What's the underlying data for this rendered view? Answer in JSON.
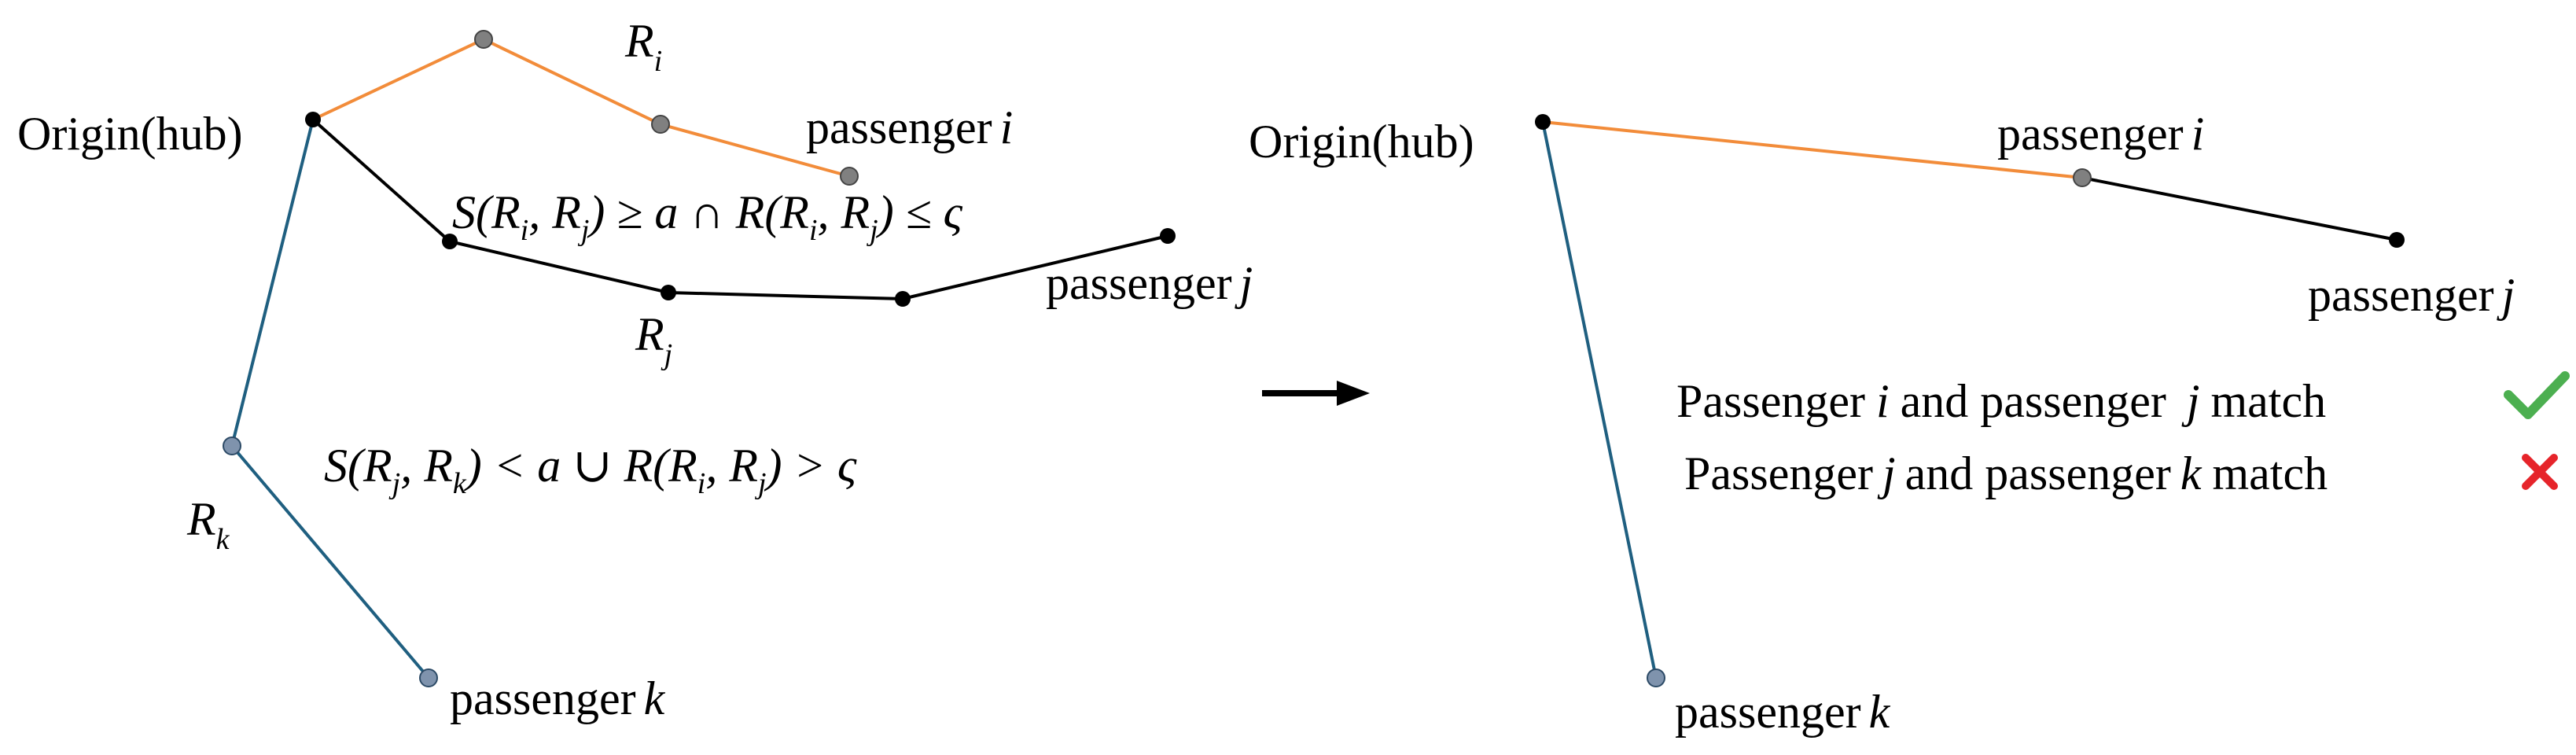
{
  "left_diagram": {
    "origin_label": "Origin(hub)",
    "route_i_label": {
      "name": "R",
      "sub": "i"
    },
    "route_j_label": {
      "name": "R",
      "sub": "j"
    },
    "route_k_label": {
      "name": "R",
      "sub": "k"
    },
    "passenger_i": {
      "word": "passenger",
      "var": "i"
    },
    "passenger_j": {
      "word": "passenger",
      "var": "j"
    },
    "passenger_k": {
      "word": "passenger",
      "var": "k"
    },
    "condition_match": "S(Ri, Rj) ≥ a ∩ R(Ri, Rj) ≤ ς",
    "condition_nomatch": "S(Rj, Rk) < a ∪ R(Ri, Rj) > ς"
  },
  "right_diagram": {
    "origin_label": "Origin(hub)",
    "passenger_i": {
      "word": "passenger",
      "var": "i"
    },
    "passenger_j": {
      "word": "passenger",
      "var": "j"
    },
    "passenger_k": {
      "word": "passenger",
      "var": "k"
    },
    "result_1": {
      "p1_word": "Passenger",
      "p1_var": "i",
      "mid": "and passenger",
      "p2_var": "j",
      "tail": "match",
      "status": "match",
      "status_icon": "check-icon"
    },
    "result_2": {
      "p1_word": "Passenger",
      "p1_var": "j",
      "mid": "and passenger",
      "p2_var": "k",
      "tail": "match",
      "status": "no-match",
      "status_icon": "cross-icon"
    }
  },
  "colors": {
    "route_i": "#f28c3a",
    "route_j": "#000000",
    "route_k": "#1f5f80",
    "node_gray": "#808080",
    "node_blue": "#7f93ad",
    "check": "#4caf50",
    "cross": "#e6242a"
  },
  "icons": {
    "arrow": "right-arrow-icon"
  }
}
